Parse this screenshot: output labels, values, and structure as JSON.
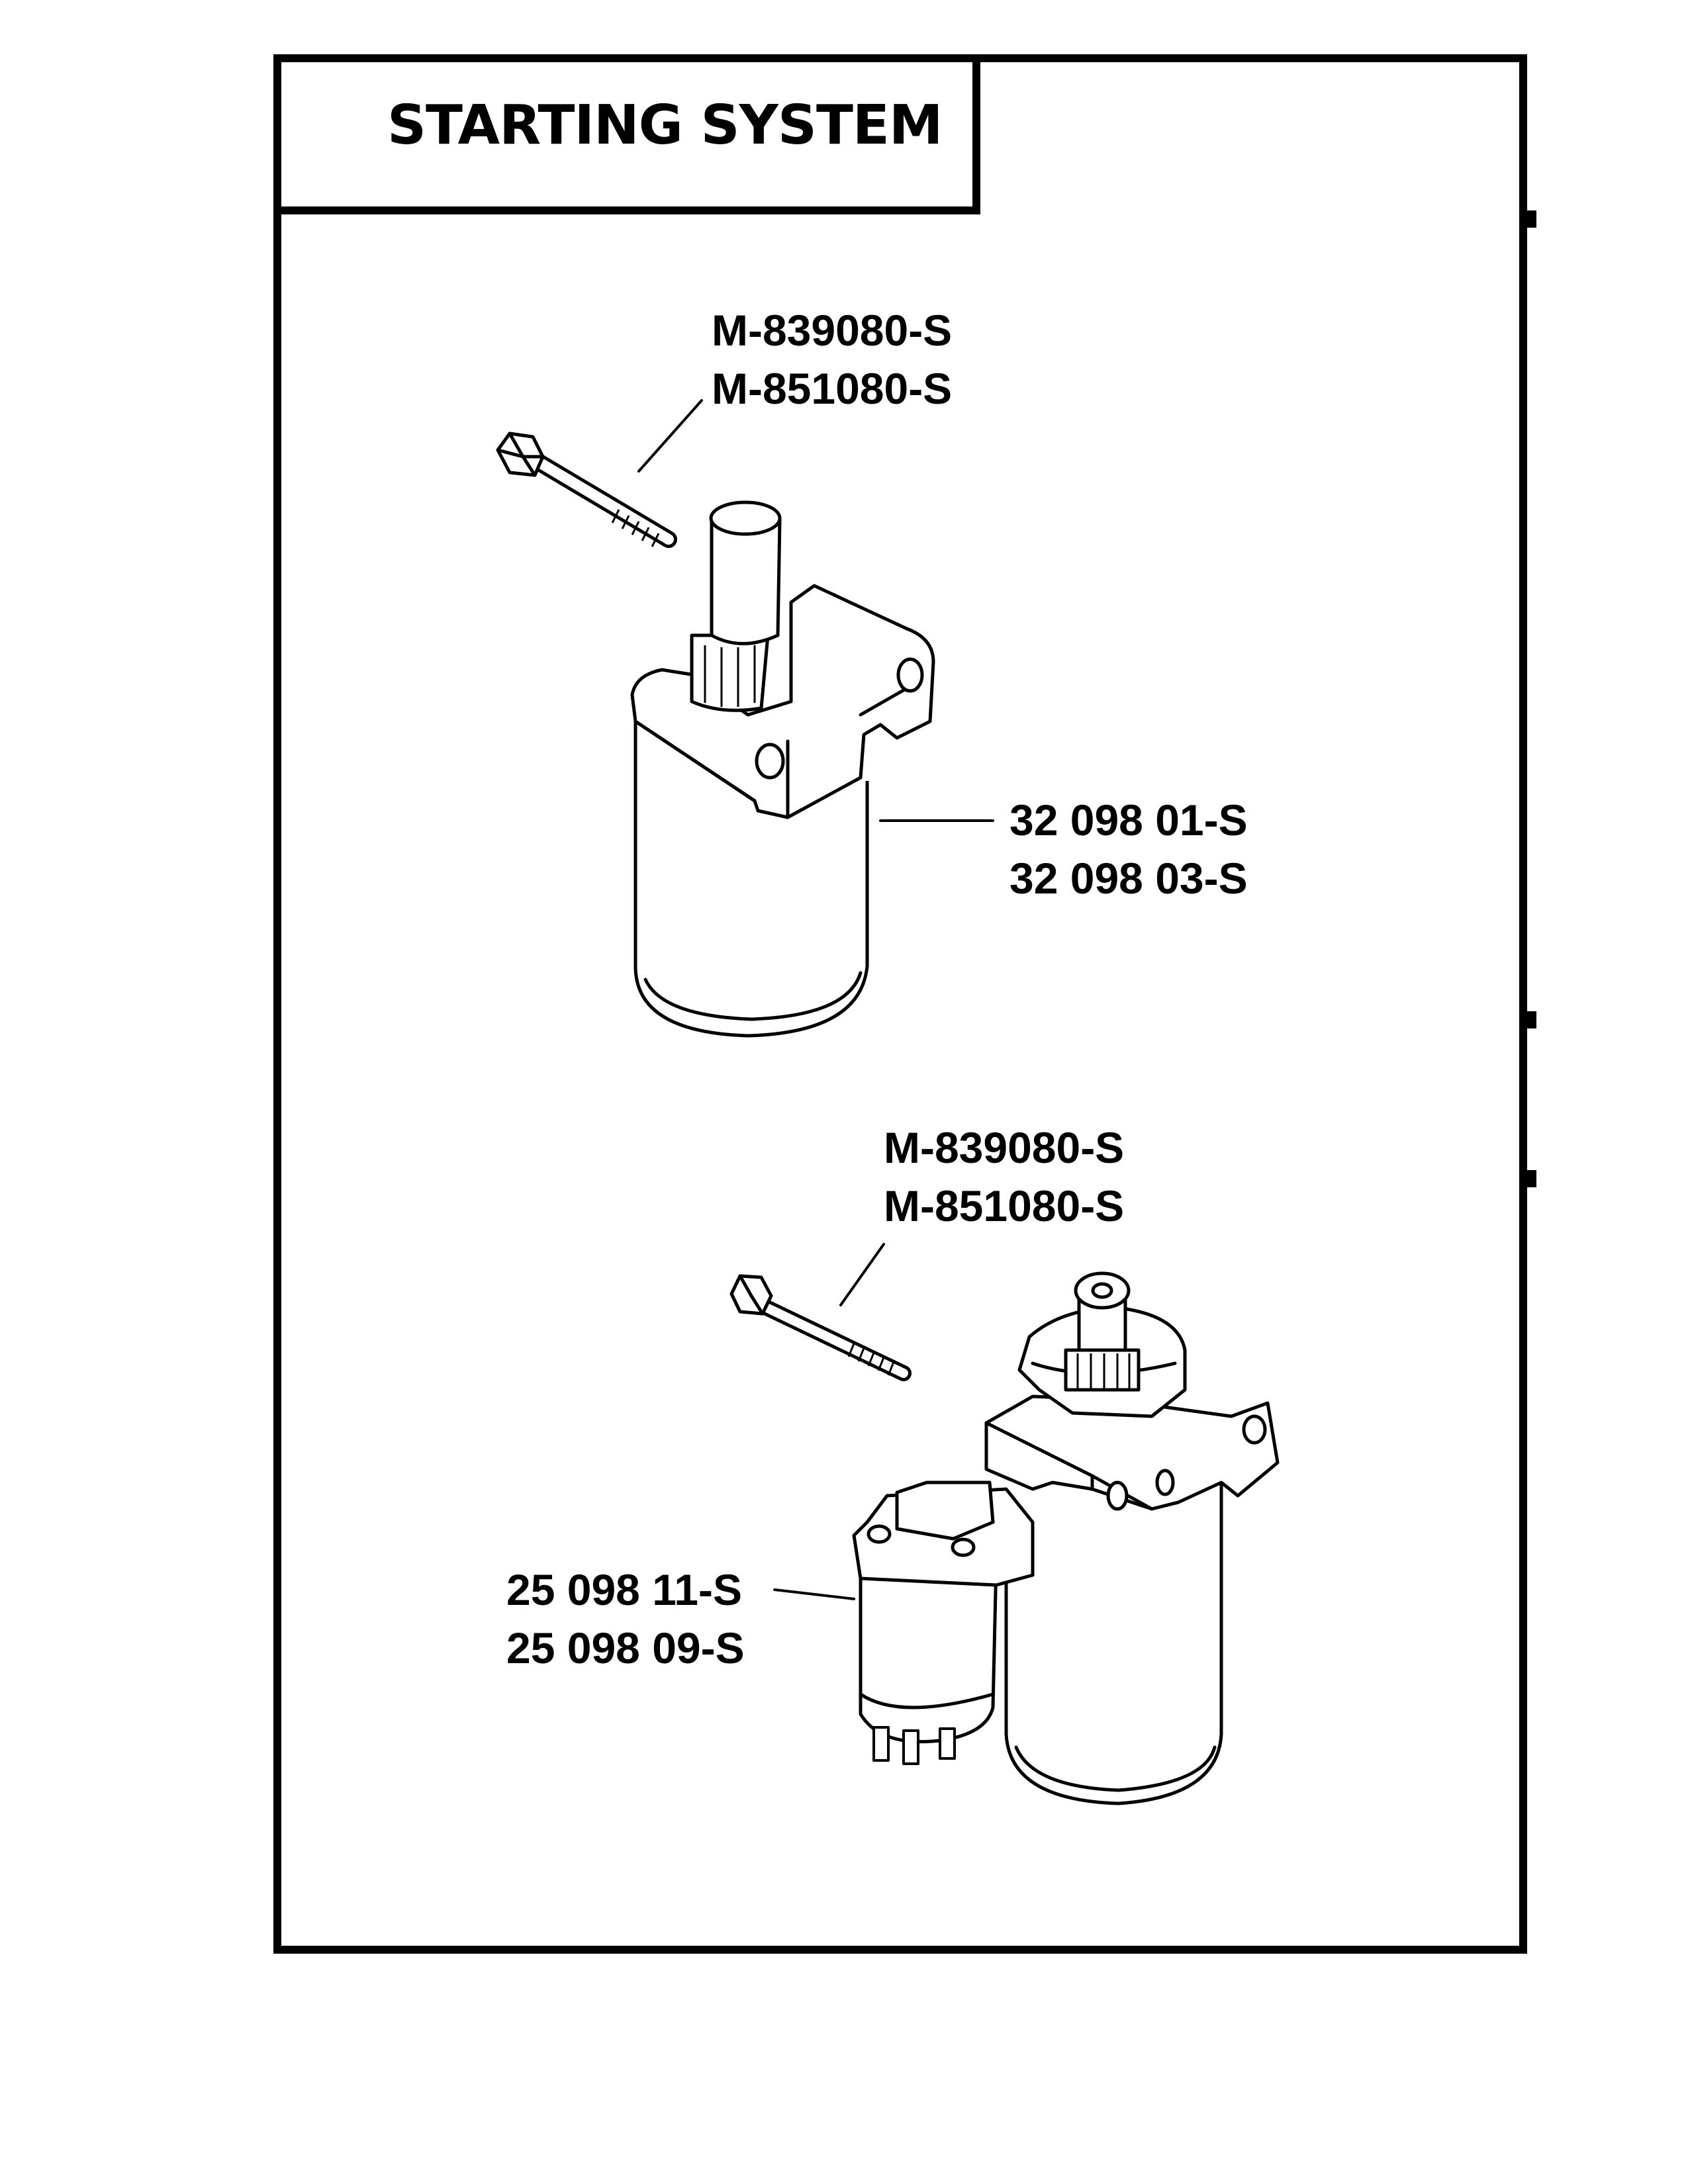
{
  "section_title": "STARTING SYSTEM",
  "callouts": {
    "top_bolt": [
      "M-839080-S",
      "M-851080-S"
    ],
    "top_starter": [
      "32 098 01-S",
      "32 098 03-S"
    ],
    "bottom_bolt": [
      "M-839080-S",
      "M-851080-S"
    ],
    "bottom_solenoid": [
      "25 098 11-S",
      "25 098 09-S"
    ]
  }
}
